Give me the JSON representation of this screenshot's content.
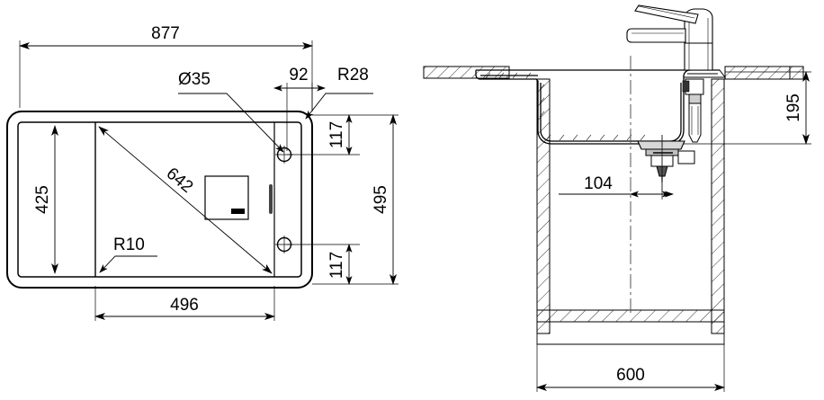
{
  "drawing": {
    "type": "technical-dimensional-drawing",
    "subject": "kitchen sink with drainer, installation cut-out and cross-section",
    "units": "mm",
    "background_color": "#ffffff",
    "line_color": "#000000",
    "views": [
      {
        "id": "plan-view",
        "name": "Top / plan view of sink cut-out",
        "position": "left"
      },
      {
        "id": "section-view",
        "name": "Cross-section through sink and base cabinet",
        "position": "right"
      }
    ]
  },
  "plan_view": {
    "dimensions": {
      "overall_width": "877",
      "overall_height": "495",
      "bowl_height": "425",
      "bowl_width": "496",
      "diagonal": "642",
      "tap_hole_diameter": "Ø35",
      "tap_hole_offset_from_right": "92",
      "corner_radius_outer": "R28",
      "corner_radius_inner": "R10",
      "tap_hole_top_offset": "117",
      "tap_hole_bottom_offset": "117"
    },
    "labels": [
      {
        "key": "overall_width",
        "text": "877"
      },
      {
        "key": "tap_hole_diameter",
        "text": "Ø35"
      },
      {
        "key": "tap_hole_offset_from_right",
        "text": "92"
      },
      {
        "key": "corner_radius_outer",
        "text": "R28"
      },
      {
        "key": "tap_hole_top_offset",
        "text": "117"
      },
      {
        "key": "overall_height",
        "text": "495"
      },
      {
        "key": "bowl_height",
        "text": "425"
      },
      {
        "key": "diagonal",
        "text": "642"
      },
      {
        "key": "corner_radius_inner",
        "text": "R10"
      },
      {
        "key": "tap_hole_bottom_offset",
        "text": "117"
      },
      {
        "key": "bowl_width",
        "text": "496"
      }
    ]
  },
  "section_view": {
    "dimensions": {
      "bowl_depth": "195",
      "drain_offset": "104",
      "cabinet_width": "600"
    },
    "labels": [
      {
        "key": "bowl_depth",
        "text": "195"
      },
      {
        "key": "drain_offset",
        "text": "104"
      },
      {
        "key": "cabinet_width",
        "text": "600"
      }
    ],
    "components": [
      {
        "name": "mixer-tap",
        "description": "single-lever mixer tap above worktop"
      },
      {
        "name": "worktop",
        "description": "hatched worktop slab"
      },
      {
        "name": "sink-bowl",
        "description": "sink bowl profile"
      },
      {
        "name": "waste-drain",
        "description": "basket strainer waste and trap"
      },
      {
        "name": "cabinet-side-walls",
        "description": "hatched base cabinet side walls"
      },
      {
        "name": "cabinet-base",
        "description": "hatched cabinet bottom panel"
      }
    ]
  }
}
